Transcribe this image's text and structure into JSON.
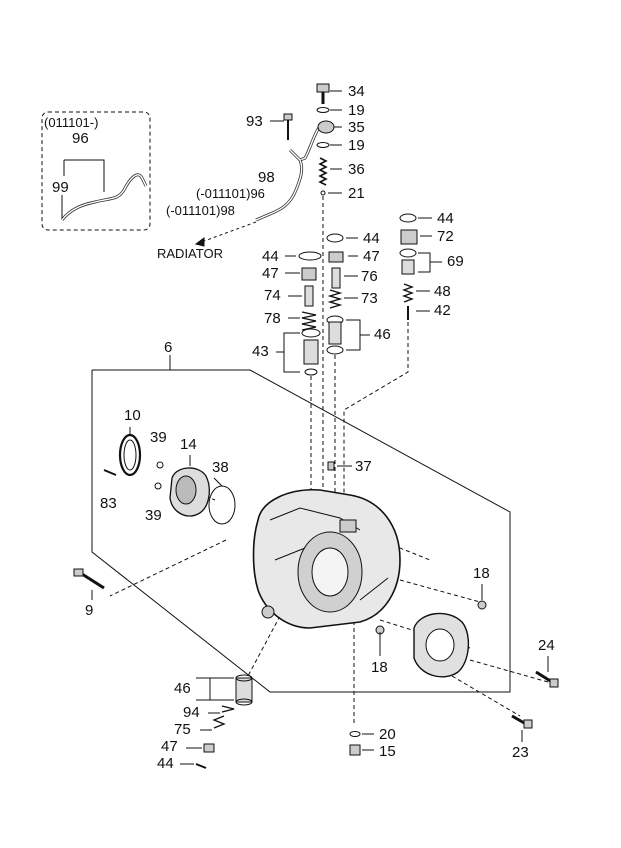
{
  "inset": {
    "code": "(011101-)",
    "part": "96",
    "sub": "99"
  },
  "callouts": {
    "c34": "34",
    "c19a": "19",
    "c35": "35",
    "c19b": "19",
    "c36": "36",
    "c21": "21",
    "c93": "93",
    "c98a": "98",
    "c96": "(-011101)96",
    "c98b": "(-011101)98",
    "radiator": "RADIATOR",
    "c44a": "44",
    "c72": "72",
    "c69": "69",
    "c48": "48",
    "c42": "42",
    "c44b": "44",
    "c47a": "47",
    "c76": "76",
    "c73": "73",
    "c46a": "46",
    "c44c": "44",
    "c47b": "47",
    "c74": "74",
    "c78": "78",
    "c43": "43",
    "c6": "6",
    "c10": "10",
    "c39a": "39",
    "c14": "14",
    "c38": "38",
    "c83": "83",
    "c39b": "39",
    "c37": "37",
    "c9": "9",
    "c18a": "18",
    "c18b": "18",
    "c24": "24",
    "c23": "23",
    "c46b": "46",
    "c94": "94",
    "c75": "75",
    "c47c": "47",
    "c44d": "44",
    "c20": "20",
    "c15": "15"
  },
  "colors": {
    "line": "#111111",
    "part": "#cccccc"
  }
}
